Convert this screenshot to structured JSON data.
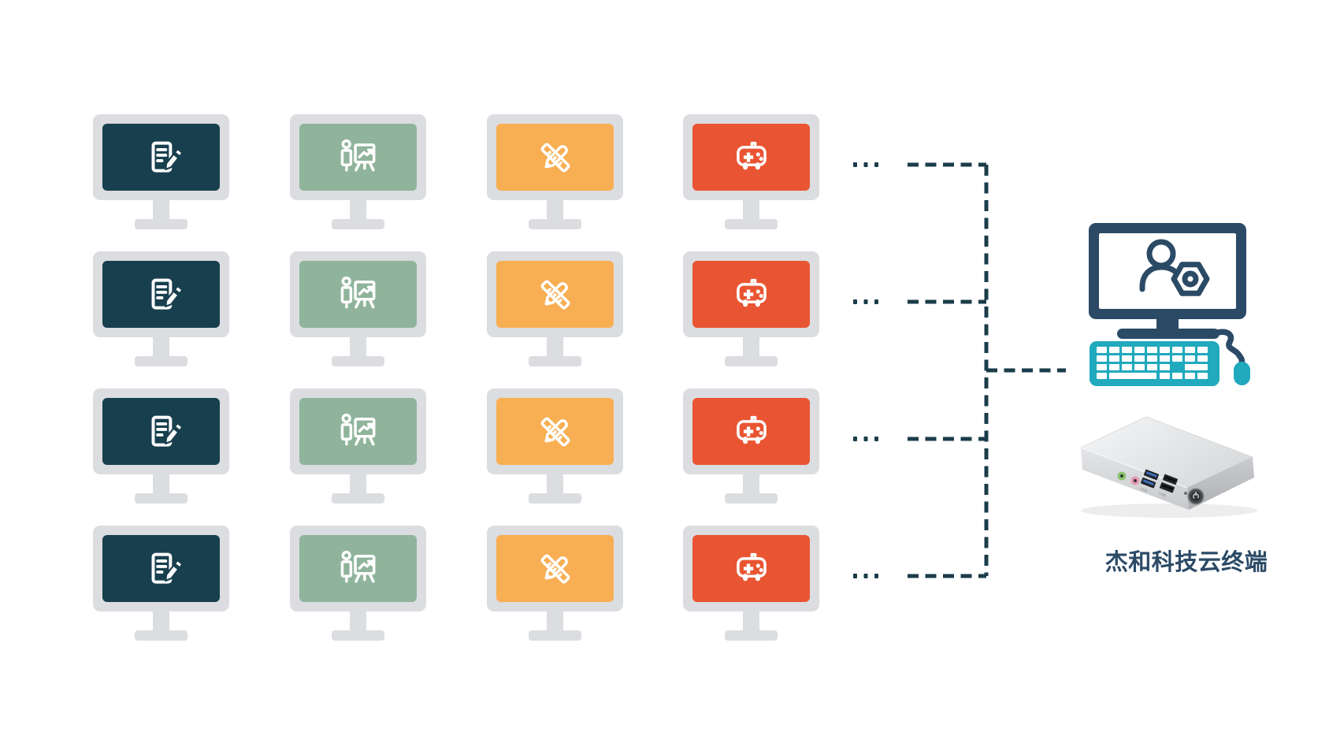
{
  "colors": {
    "background": "#FFFFFF",
    "connector_line": "#1B3C4A",
    "monitor_frame": "#DBDDE0",
    "admin_navy": "#2B4A66",
    "peripheral_teal": "#21A9BD",
    "icon_white": "#FFFFFF"
  },
  "workstation_grid": {
    "rows": 4,
    "row_ellipsis": "...",
    "columns": [
      {
        "id": "documents",
        "icon": "document-edit-icon",
        "screen_color": "#183F4D"
      },
      {
        "id": "presentation",
        "icon": "presentation-chart-icon",
        "screen_color": "#8FB49B"
      },
      {
        "id": "design",
        "icon": "ruler-pencil-icon",
        "screen_color": "#F8AE52"
      },
      {
        "id": "gaming",
        "icon": "gamepad-icon",
        "screen_color": "#E95532"
      }
    ]
  },
  "admin_station": {
    "monitor_icon": "user-settings-icon",
    "peripherals": [
      "keyboard-icon",
      "mouse-icon"
    ]
  },
  "terminal_device": {
    "type": "mini-pc-photo",
    "port_labels": [
      "USB",
      "USB"
    ],
    "label": "杰和科技云终端"
  }
}
